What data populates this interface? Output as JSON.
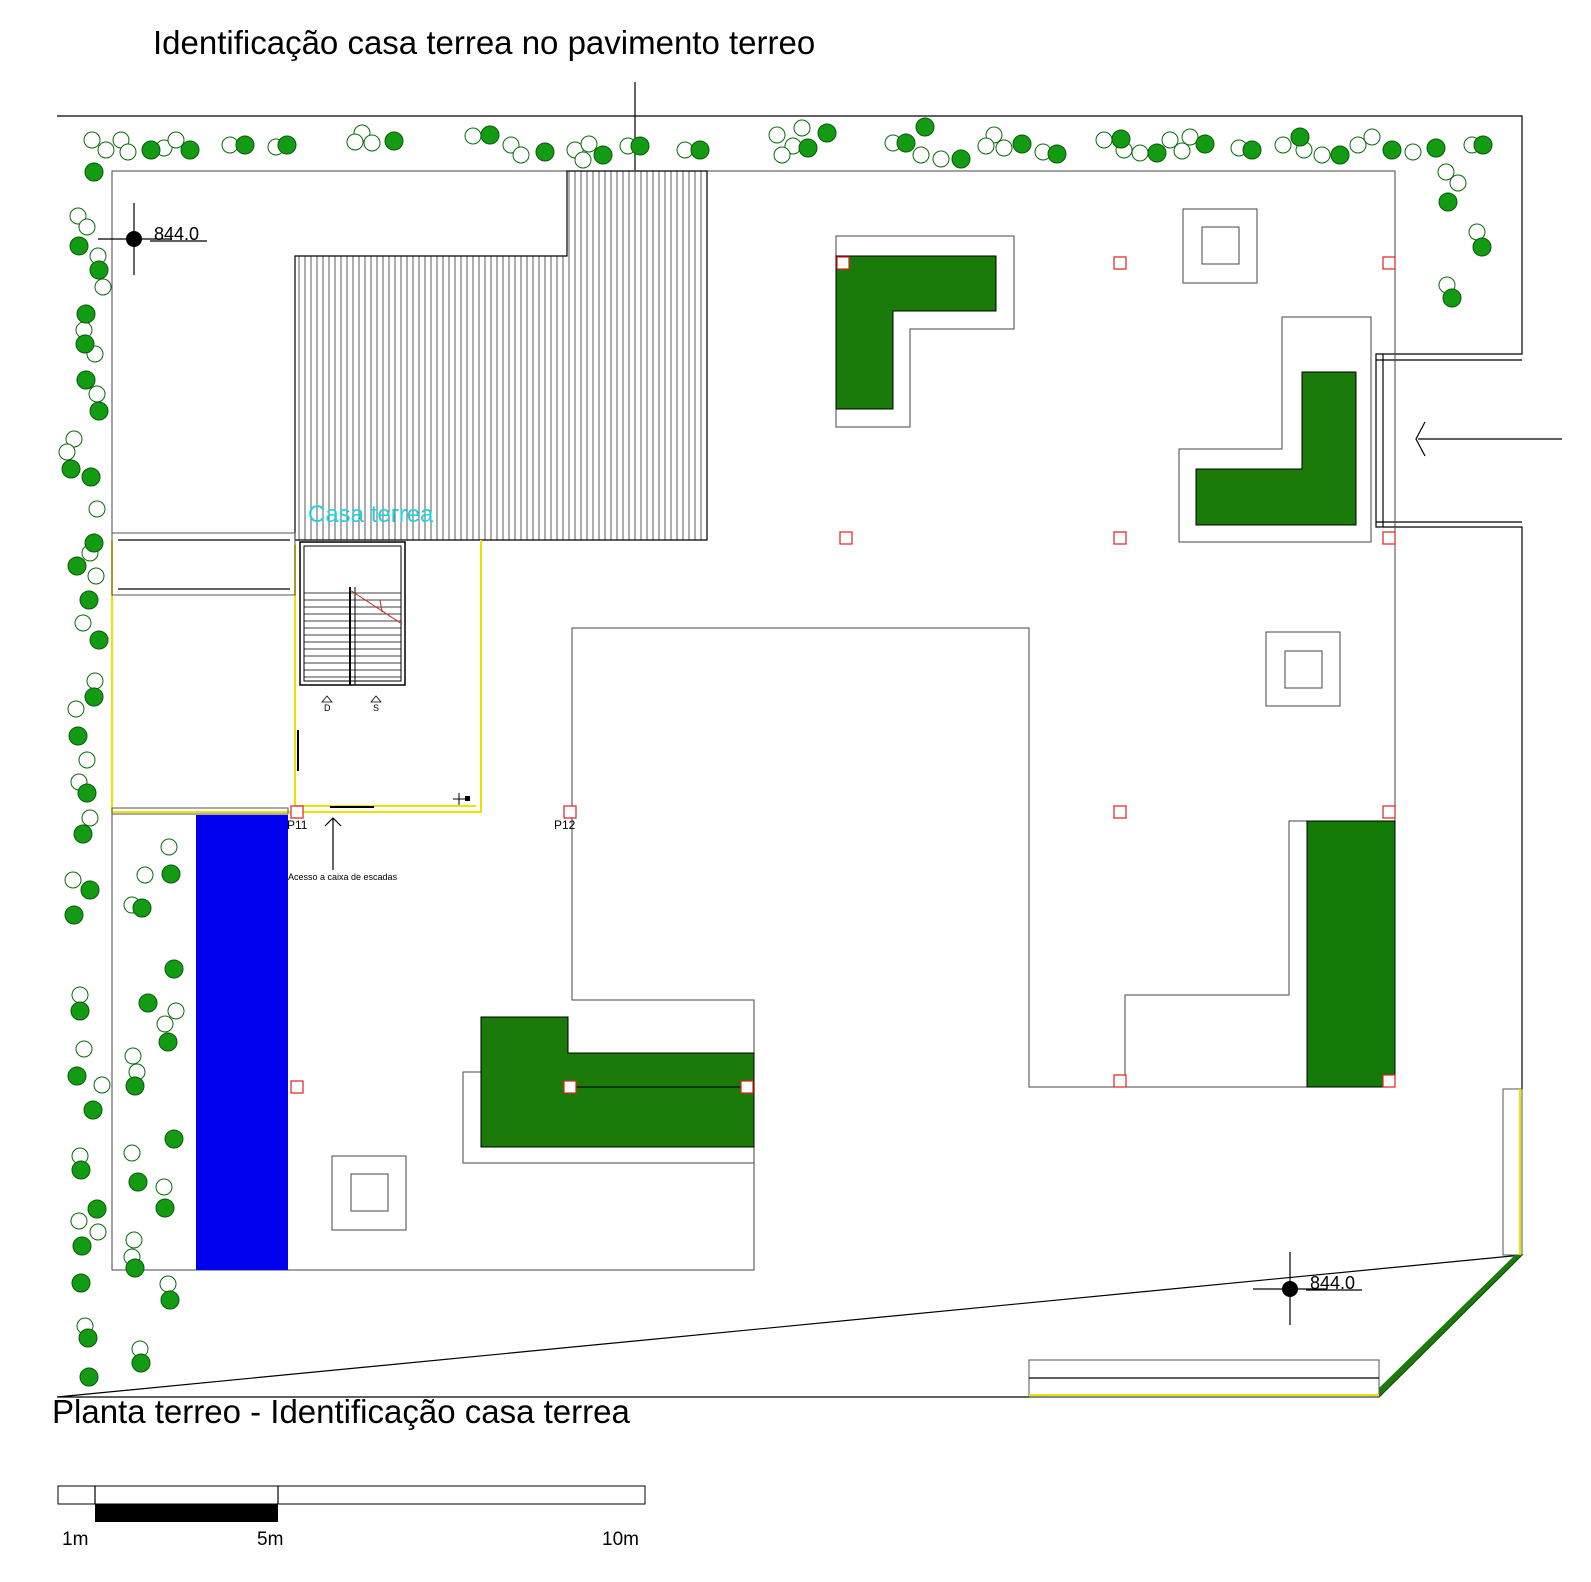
{
  "top_title": "Identificação casa terrea no pavimento terreo",
  "bottom_title": "Planta terreo - Identificação casa terrea",
  "house_label": "Casa terrea",
  "levels": [
    "844.0",
    "844.0"
  ],
  "pillars": {
    "p11": "P11",
    "p12": "P12"
  },
  "stair_note": "Acesso a caixa de escadas",
  "stair_marks": [
    "D",
    "S"
  ],
  "scale_bar": {
    "labels": [
      "1m",
      "5m",
      "10m"
    ]
  },
  "colors": {
    "planter_green": "#1a7a0a",
    "shrub_green": "#139b13",
    "pool_blue": "#0000ee",
    "house_label": "#22d0e0",
    "outline_yellow": "#f0e000",
    "pillar_red": "#d22222"
  }
}
